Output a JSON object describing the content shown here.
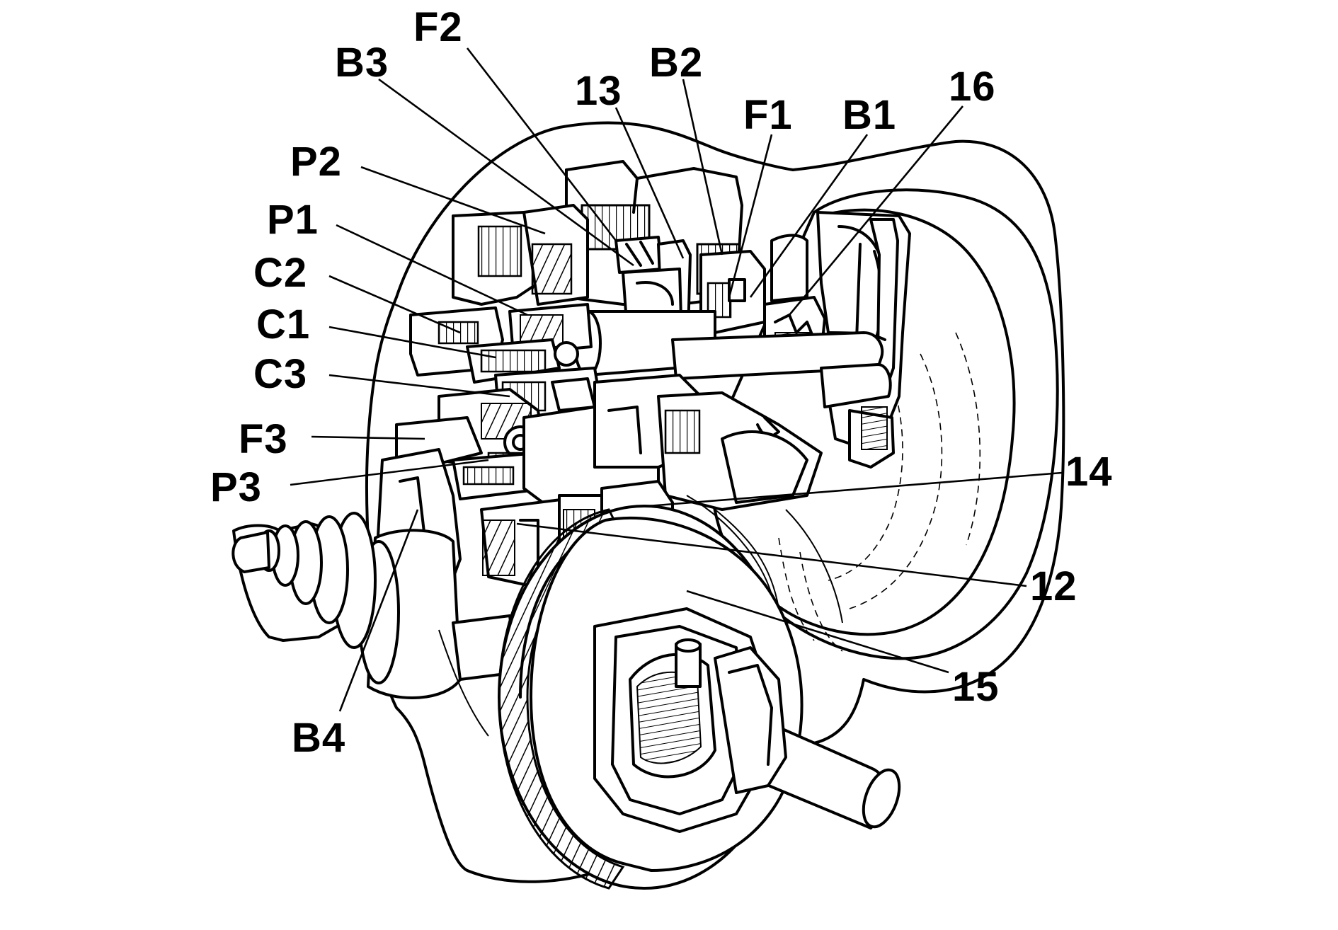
{
  "callouts": {
    "F2": "F2",
    "B3": "B3",
    "n13": "13",
    "B2": "B2",
    "F1": "F1",
    "B1": "B1",
    "n16": "16",
    "P2": "P2",
    "P1": "P1",
    "C2": "C2",
    "C1": "C1",
    "C3": "C3",
    "F3": "F3",
    "P3": "P3",
    "n14": "14",
    "n12": "12",
    "n15": "15",
    "B4": "B4"
  }
}
